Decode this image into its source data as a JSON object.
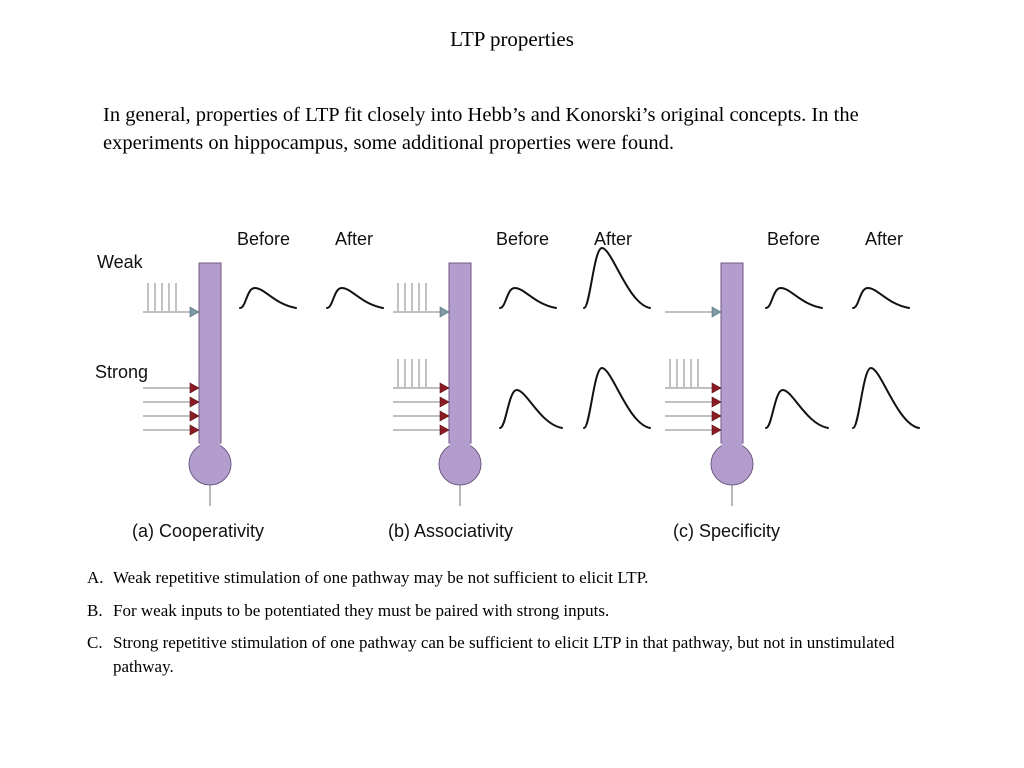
{
  "title": "LTP properties",
  "intro": "In general, properties of LTP fit closely into Hebb’s and Konorski’s original concepts. In the experiments on hippocampus, some additional properties were found.",
  "figure": {
    "input_labels": {
      "weak": "Weak",
      "strong": "Strong"
    },
    "column_labels": {
      "before": "Before",
      "after": "After"
    },
    "panels": [
      {
        "caption": "(a) Cooperativity"
      },
      {
        "caption": "(b) Associativity"
      },
      {
        "caption": "(c) Specificity"
      }
    ],
    "colors": {
      "dendrite": "#b39dcc",
      "dendrite_outline": "#6f5a86",
      "weak_synapse": "#7d9aa6",
      "strong_synapse": "#8b1c24",
      "trace": "#111111",
      "stim": "#999999"
    }
  },
  "notes": [
    {
      "marker": "A.",
      "text": "Weak repetitive stimulation of one pathway may be not sufficient to elicit LTP."
    },
    {
      "marker": "B.",
      "text": "For weak inputs to be potentiated they must be paired with strong inputs."
    },
    {
      "marker": "C.",
      "text": "Strong repetitive stimulation of one pathway can be sufficient to elicit LTP in that pathway, but not in unstimulated pathway."
    }
  ]
}
